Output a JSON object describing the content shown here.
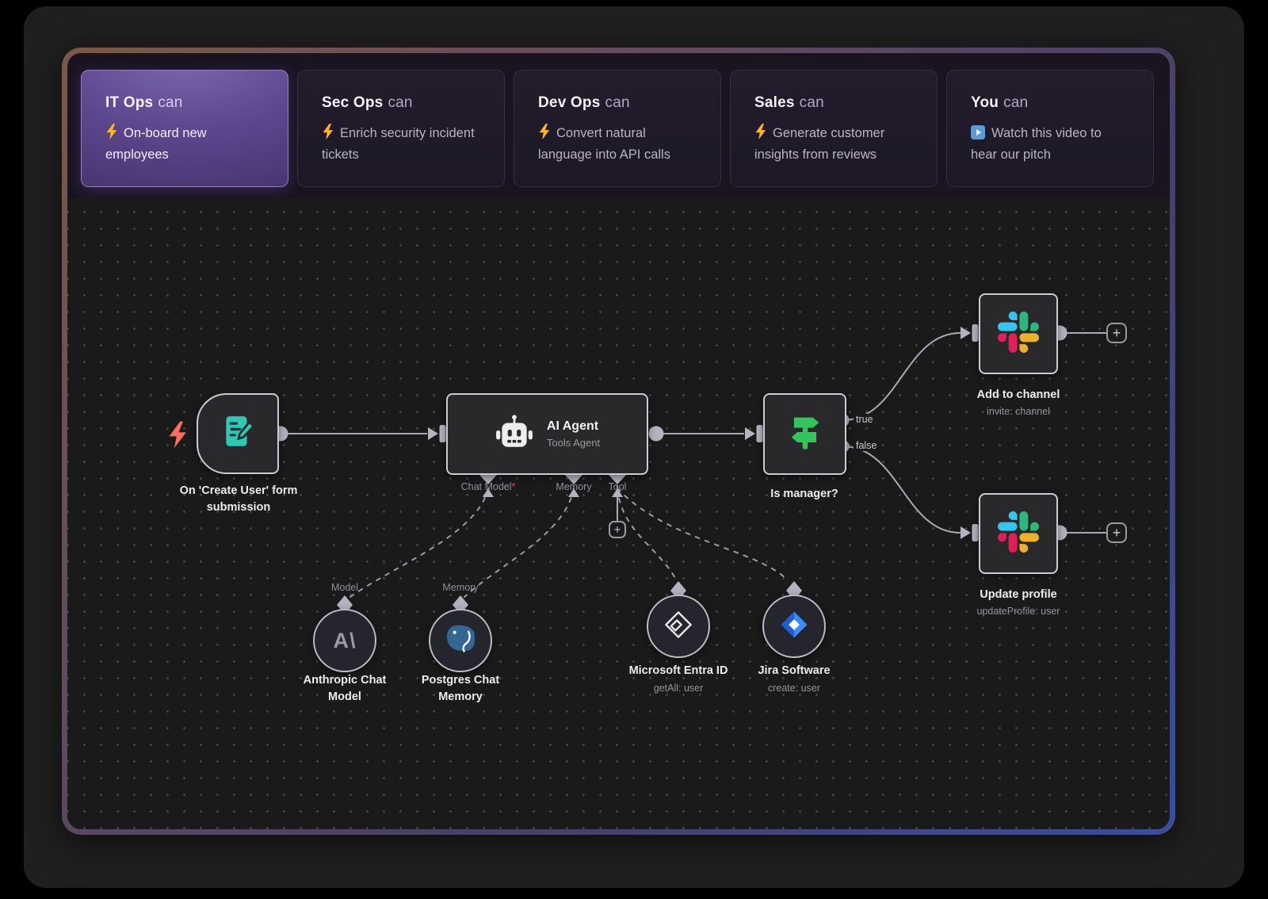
{
  "tabs": [
    {
      "audience": "IT Ops",
      "suffix": "can",
      "icon": "lightning",
      "description": "On-board new employees",
      "active": true
    },
    {
      "audience": "Sec Ops",
      "suffix": "can",
      "icon": "lightning",
      "description": "Enrich security incident tickets",
      "active": false
    },
    {
      "audience": "Dev Ops",
      "suffix": "can",
      "icon": "lightning",
      "description": "Convert natural language into API calls",
      "active": false
    },
    {
      "audience": "Sales",
      "suffix": "can",
      "icon": "lightning",
      "description": "Generate customer insights from reviews",
      "active": false
    },
    {
      "audience": "You",
      "suffix": "can",
      "icon": "play",
      "description": "Watch this video to hear our pitch",
      "active": false
    }
  ],
  "canvas": {
    "plus_label": "+",
    "nodes": {
      "form_trigger": {
        "label": "On 'Create User' form submission"
      },
      "ai_agent": {
        "title": "AI Agent",
        "subtitle": "Tools Agent",
        "ports": [
          {
            "label": "Chat Model",
            "required_mark": "*"
          },
          {
            "label": "Memory"
          },
          {
            "label": "Tool"
          }
        ]
      },
      "is_manager": {
        "label": "Is manager?",
        "outputs": [
          {
            "label": "true"
          },
          {
            "label": "false"
          }
        ]
      },
      "slack_add_to_channel": {
        "label": "Add to channel",
        "subtitle": "invite: channel"
      },
      "slack_update_profile": {
        "label": "Update profile",
        "subtitle": "updateProfile: user"
      },
      "anthropic_chat_model": {
        "label": "Anthropic Chat Model",
        "input_label": "Model"
      },
      "postgres_chat_memory": {
        "label": "Postgres Chat Memory",
        "input_label": "Memory"
      },
      "microsoft_entra_id": {
        "label": "Microsoft Entra ID",
        "subtitle": "getAll: user"
      },
      "jira_software": {
        "label": "Jira Software",
        "subtitle": "create: user"
      }
    }
  },
  "colors": {
    "active_tab_purple": "#5e4890",
    "frame_gradient_start": "#7b5949",
    "frame_gradient_end": "#3a4c9c",
    "node_border": "#cbcbd3",
    "wire_gray": "#a9a9b6",
    "trigger_icon_teal": "#33c6b2",
    "if_icon_green": "#34c45c",
    "bolt_coral": "#ff6d5c",
    "bolt_yellow": "#ffb524",
    "slack_blue": "#36C5F0",
    "slack_green": "#2EB67D",
    "slack_yellow": "#ECB22E",
    "slack_red": "#E01E5A",
    "jira_blue": "#2684FF",
    "postgres_blue": "#336791",
    "required_red": "#e5484d"
  }
}
